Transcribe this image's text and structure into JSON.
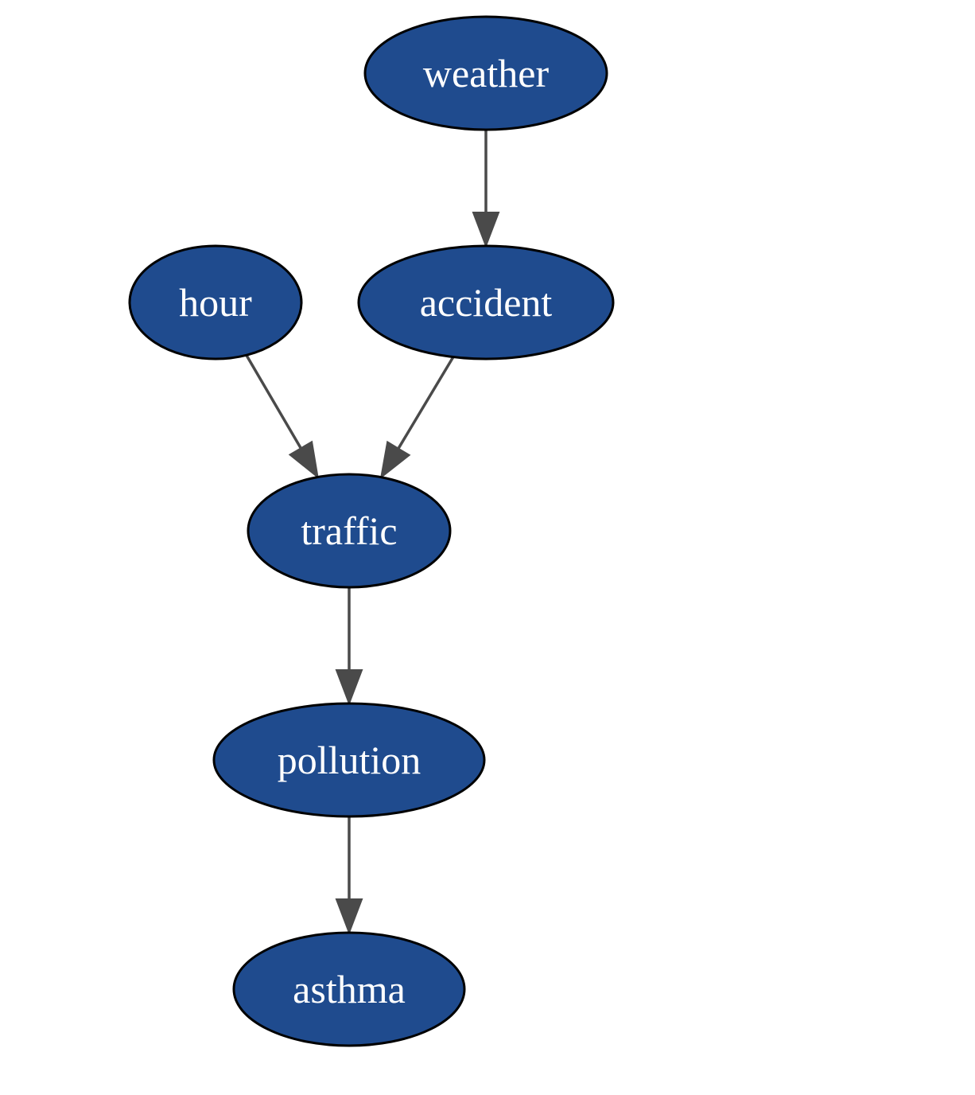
{
  "diagram": {
    "node_fill": "#1f4b8e",
    "node_stroke": "#000000",
    "edge_color": "#4a4a4a",
    "label_color": "#ffffff",
    "nodes": [
      {
        "id": "weather",
        "label": "weather"
      },
      {
        "id": "hour",
        "label": "hour"
      },
      {
        "id": "accident",
        "label": "accident"
      },
      {
        "id": "traffic",
        "label": "traffic"
      },
      {
        "id": "pollution",
        "label": "pollution"
      },
      {
        "id": "asthma",
        "label": "asthma"
      }
    ],
    "edges": [
      {
        "from": "weather",
        "to": "accident"
      },
      {
        "from": "hour",
        "to": "traffic"
      },
      {
        "from": "accident",
        "to": "traffic"
      },
      {
        "from": "traffic",
        "to": "pollution"
      },
      {
        "from": "pollution",
        "to": "asthma"
      }
    ]
  }
}
